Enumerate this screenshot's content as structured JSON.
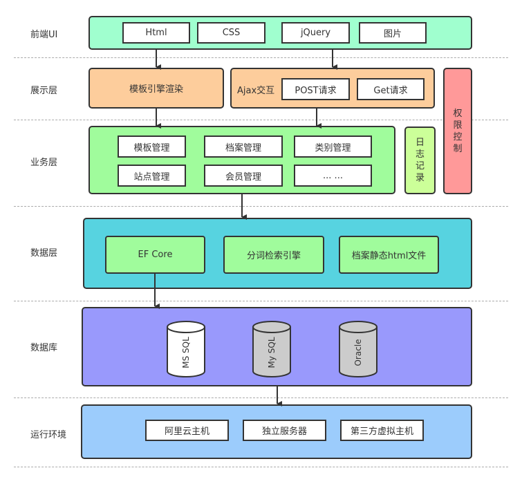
{
  "layers": {
    "frontend": {
      "label": "前端UI",
      "items": [
        "Html",
        "CSS",
        "jQuery",
        "图片"
      ],
      "color": "#a0ffcf"
    },
    "presentation": {
      "label": "展示层",
      "template_engine": "模板引擎渲染",
      "ajax": {
        "label": "Ajax交互",
        "items": [
          "POST请求",
          "Get请求"
        ]
      },
      "color": "#fdcd9c"
    },
    "business": {
      "label": "业务层",
      "items": [
        "模板管理",
        "档案管理",
        "类别管理",
        "站点管理",
        "会员管理",
        "... ..."
      ],
      "color": "#a0fc9c"
    },
    "data": {
      "label": "数据层",
      "items": [
        "EF Core",
        "分词检索引擎",
        "档案静态html文件"
      ],
      "color": "#57d3e0"
    },
    "database": {
      "label": "数据库",
      "items": [
        "MS SQL",
        "My SQL",
        "Oracle"
      ],
      "color": "#9999fc"
    },
    "runtime": {
      "label": "运行环境",
      "items": [
        "阿里云主机",
        "独立服务器",
        "第三方虚拟主机"
      ],
      "color": "#9cccfc"
    }
  },
  "side": {
    "logging": {
      "chars": [
        "日",
        "志",
        "记",
        "录"
      ],
      "color": "#ccff99"
    },
    "permission": {
      "chars": [
        "权",
        "限",
        "控",
        "制"
      ],
      "color": "#ff9999"
    }
  }
}
